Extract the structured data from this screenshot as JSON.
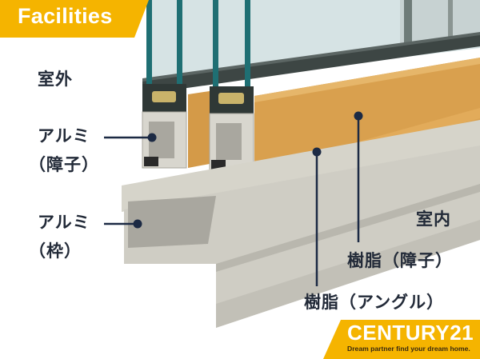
{
  "banner": {
    "title": "Facilities",
    "color": "#f5b400"
  },
  "labels": {
    "outdoor": "室外",
    "alu_sash_line1": "アルミ",
    "alu_sash_line2": "（障子）",
    "alu_frame_line1": "アルミ",
    "alu_frame_line2": "（枠）",
    "indoor": "室内",
    "resin_sash": "樹脂（障子）",
    "resin_angle": "樹脂（アングル）"
  },
  "logo": {
    "brand": "CENTURY21",
    "tagline": "Dream partner find your dream home.",
    "color": "#f5b400"
  },
  "colors": {
    "label_text": "#222a38",
    "leader_line": "#1c2a44",
    "resin": "#d9a04e",
    "aluminum": "#cfcdc4",
    "glass_edge": "#1f6f73"
  }
}
